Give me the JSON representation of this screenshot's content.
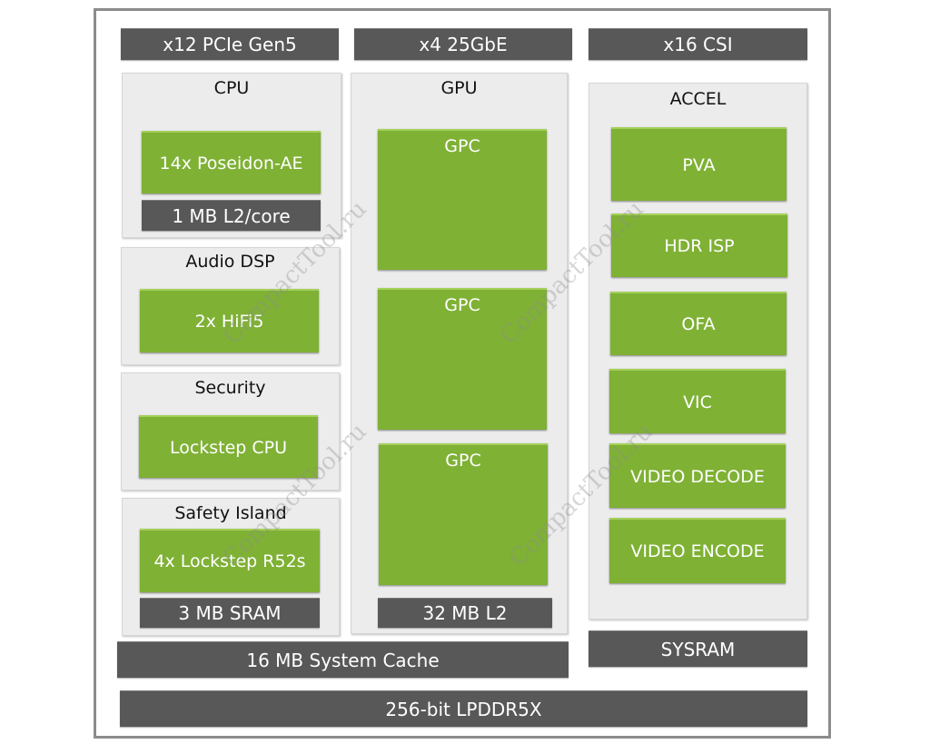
{
  "io": {
    "pcie": "x12 PCIe Gen5",
    "ethernet": "x4 25GbE",
    "csi": "x16 CSI"
  },
  "cpu": {
    "title": "CPU",
    "cores": "14x Poseidon-AE",
    "cache": "1 MB L2/core"
  },
  "audio": {
    "title": "Audio DSP",
    "block": "2x HiFi5"
  },
  "security": {
    "title": "Security",
    "block": "Lockstep CPU"
  },
  "safety": {
    "title": "Safety Island",
    "block": "4x Lockstep R52s",
    "memory": "3 MB SRAM"
  },
  "gpu": {
    "title": "GPU",
    "gpcs": [
      "GPC",
      "GPC",
      "GPC"
    ],
    "cache": "32 MB L2"
  },
  "accel": {
    "title": "ACCEL",
    "blocks": [
      "PVA",
      "HDR ISP",
      "OFA",
      "VIC",
      "VIDEO DECODE",
      "VIDEO ENCODE"
    ]
  },
  "system_cache": "16 MB System Cache",
  "sysram": "SYSRAM",
  "memory": "256-bit LPDDR5X",
  "watermark": "CompactTool.ru",
  "colors": {
    "green": "#7fb135",
    "dark": "#585858",
    "panel": "#ececec"
  }
}
